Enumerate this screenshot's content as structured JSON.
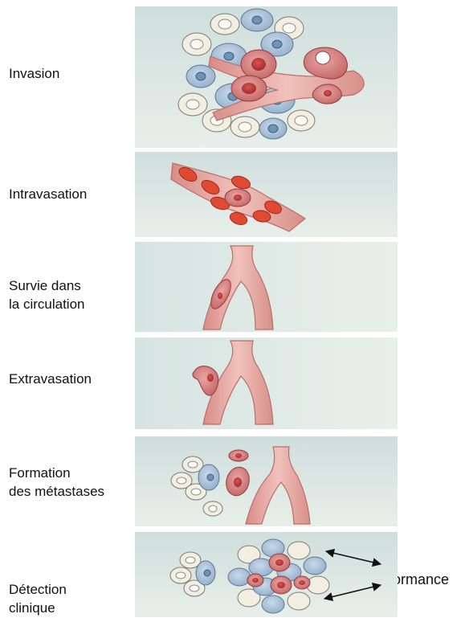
{
  "steps": [
    {
      "lines": [
        "Invasion"
      ]
    },
    {
      "lines": [
        "Intravasation"
      ]
    },
    {
      "lines": [
        "Survie dans",
        "la circulation"
      ]
    },
    {
      "lines": [
        "Extravasation"
      ]
    },
    {
      "lines": [
        "Formation",
        "des métastases"
      ]
    },
    {
      "lines": [
        "Détection",
        "clinique"
      ]
    }
  ],
  "annotation": {
    "label": "Dormance"
  },
  "colors": {
    "panel_top": "#d3e1de",
    "panel_bottom": "#e7efe9",
    "vessel": "#e7aba5",
    "vessel_stroke": "#b86f68",
    "red_blood_cell": "#e04a32",
    "tumor_cell": "#c35a5e",
    "normal_cell_blue": "#a9c2da",
    "normal_cell_cream": "#f2efe2"
  }
}
